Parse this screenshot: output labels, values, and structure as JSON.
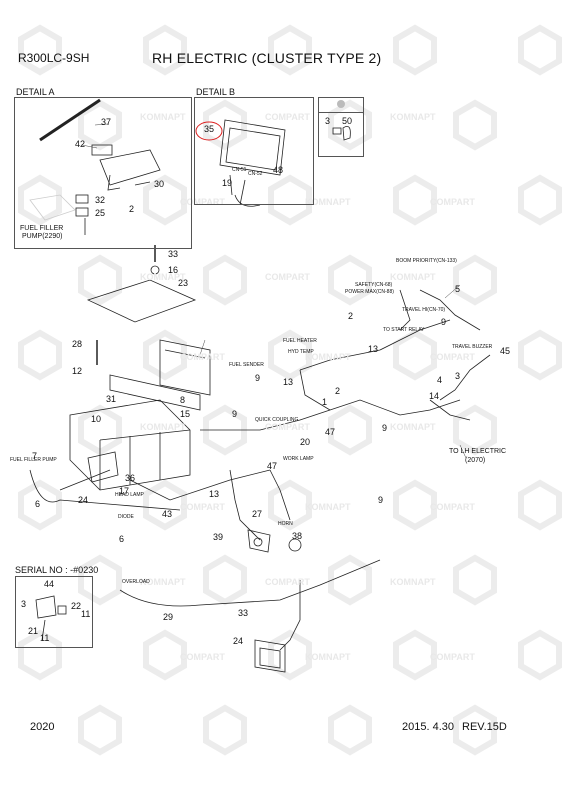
{
  "header": {
    "model": "R300LC-9SH",
    "title": "RH ELECTRIC (CLUSTER TYPE 2)"
  },
  "details": {
    "a": "DETAIL A",
    "b": "DETAIL B"
  },
  "detail_a": {
    "parts": [
      "37",
      "42",
      "30",
      "32",
      "25",
      "2"
    ],
    "fuel_label_1": "FUEL FILLER",
    "fuel_label_2": "PUMP(2290)"
  },
  "detail_b": {
    "parts": [
      "35",
      "19",
      "48"
    ],
    "connectors": [
      "CN-51",
      "CN-52"
    ]
  },
  "inset_c": {
    "parts": [
      "3",
      "50"
    ]
  },
  "main": {
    "parts": [
      "33",
      "16",
      "23",
      "5",
      "9",
      "2",
      "28",
      "12",
      "13",
      "45",
      "31",
      "8",
      "15",
      "10",
      "9",
      "7",
      "36",
      "17",
      "24",
      "6",
      "43",
      "39",
      "27",
      "38",
      "29",
      "33",
      "24",
      "6",
      "47",
      "20",
      "13",
      "9",
      "2",
      "1",
      "14",
      "4",
      "3",
      "9",
      "47",
      "9",
      "13"
    ],
    "labels": {
      "boom_priority": "BOOM PRIORITY(CN-133)",
      "safety": "SAFETY(CN-68)",
      "power_max": "POWER MAX(CN-88)",
      "travel_hi": "TRAVEL HI(CN-70)",
      "start_relay": "TO START RELAY",
      "travel_buzzer": "TRAVEL BUZZER",
      "fuel_heater": "FUEL HEATER",
      "hyd_temp": "HYD TEMP",
      "fuel_sender": "FUEL SENDER",
      "quick_coupling": "QUICK COUPLING",
      "work_lamp": "WORK LAMP",
      "head_lamp": "HEAD LAMP",
      "diode": "DIODE",
      "fuel_filler_pump": "FUEL FILLER PUMP",
      "horn": "HORN",
      "overload": "OVERLOAD",
      "to_lh_1": "TO LH ELECTRIC",
      "to_lh_2": "(2070)"
    }
  },
  "serial": {
    "label": "SERIAL NO : -#0230",
    "parts": [
      "44",
      "3",
      "22",
      "11",
      "21",
      "11"
    ]
  },
  "footer": {
    "page": "2020",
    "date": "2015. 4.30",
    "rev": "REV.15D"
  },
  "watermark": [
    "KOMNAPT",
    "COMPART"
  ]
}
